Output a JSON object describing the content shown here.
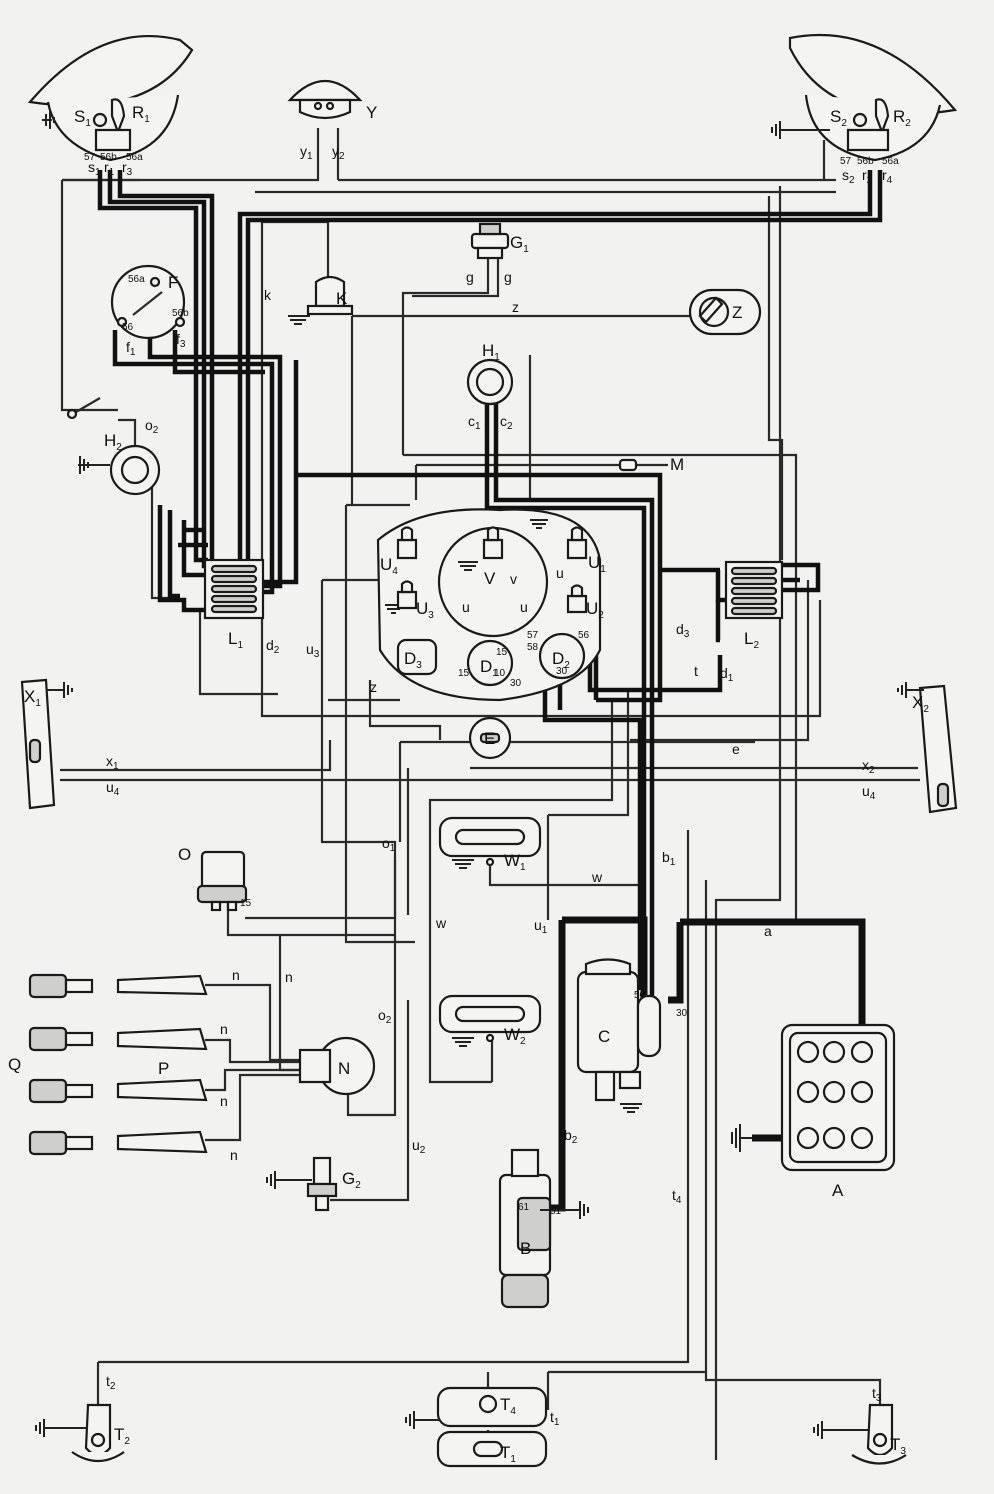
{
  "components": [
    {
      "id": "S1",
      "text": "S",
      "sub": "1"
    },
    {
      "id": "R1",
      "text": "R",
      "sub": "1"
    },
    {
      "id": "S2",
      "text": "S",
      "sub": "2"
    },
    {
      "id": "R2",
      "text": "R",
      "sub": "2"
    },
    {
      "id": "Y",
      "text": "Y",
      "sub": ""
    },
    {
      "id": "G1",
      "text": "G",
      "sub": "1"
    },
    {
      "id": "K",
      "text": "K",
      "sub": ""
    },
    {
      "id": "F",
      "text": "F",
      "sub": ""
    },
    {
      "id": "Z",
      "text": "Z",
      "sub": ""
    },
    {
      "id": "H1",
      "text": "H",
      "sub": "1"
    },
    {
      "id": "H2",
      "text": "H",
      "sub": "2"
    },
    {
      "id": "M",
      "text": "M",
      "sub": ""
    },
    {
      "id": "L1",
      "text": "L",
      "sub": "1"
    },
    {
      "id": "L2",
      "text": "L",
      "sub": "2"
    },
    {
      "id": "U1",
      "text": "U",
      "sub": "1"
    },
    {
      "id": "U2",
      "text": "U",
      "sub": "2"
    },
    {
      "id": "U3",
      "text": "U",
      "sub": "3"
    },
    {
      "id": "U4",
      "text": "U",
      "sub": "4"
    },
    {
      "id": "V",
      "text": "V",
      "sub": ""
    },
    {
      "id": "D1",
      "text": "D",
      "sub": "1"
    },
    {
      "id": "D2",
      "text": "D",
      "sub": "2"
    },
    {
      "id": "D3",
      "text": "D",
      "sub": "3"
    },
    {
      "id": "X1",
      "text": "X",
      "sub": "1"
    },
    {
      "id": "X2",
      "text": "X",
      "sub": "2"
    },
    {
      "id": "E",
      "text": "E",
      "sub": ""
    },
    {
      "id": "O",
      "text": "O",
      "sub": ""
    },
    {
      "id": "W1",
      "text": "W",
      "sub": "1"
    },
    {
      "id": "W2",
      "text": "W",
      "sub": "2"
    },
    {
      "id": "C",
      "text": "C",
      "sub": ""
    },
    {
      "id": "N",
      "text": "N",
      "sub": ""
    },
    {
      "id": "P",
      "text": "P",
      "sub": ""
    },
    {
      "id": "Q",
      "text": "Q",
      "sub": ""
    },
    {
      "id": "G2",
      "text": "G",
      "sub": "2"
    },
    {
      "id": "B",
      "text": "B",
      "sub": ""
    },
    {
      "id": "A",
      "text": "A",
      "sub": ""
    },
    {
      "id": "T1",
      "text": "T",
      "sub": "1"
    },
    {
      "id": "T2",
      "text": "T",
      "sub": "2"
    },
    {
      "id": "T3",
      "text": "T",
      "sub": "3"
    },
    {
      "id": "T4",
      "text": "T",
      "sub": "4"
    }
  ],
  "wires": [
    {
      "id": "s1",
      "text": "s",
      "sub": "1"
    },
    {
      "id": "r1",
      "text": "r",
      "sub": "1"
    },
    {
      "id": "r3",
      "text": "r",
      "sub": "3"
    },
    {
      "id": "s2",
      "text": "s",
      "sub": "2"
    },
    {
      "id": "r2",
      "text": "r",
      "sub": "2"
    },
    {
      "id": "r4",
      "text": "r",
      "sub": "4"
    },
    {
      "id": "y1",
      "text": "y",
      "sub": "1"
    },
    {
      "id": "y2",
      "text": "y",
      "sub": "2"
    },
    {
      "id": "g_left",
      "text": "g",
      "sub": ""
    },
    {
      "id": "g_right",
      "text": "g",
      "sub": ""
    },
    {
      "id": "k",
      "text": "k",
      "sub": ""
    },
    {
      "id": "z_top",
      "text": "z",
      "sub": ""
    },
    {
      "id": "f1",
      "text": "f",
      "sub": "1"
    },
    {
      "id": "f3",
      "text": "f",
      "sub": "3"
    },
    {
      "id": "o2_top",
      "text": "o",
      "sub": "2"
    },
    {
      "id": "c1",
      "text": "c",
      "sub": "1"
    },
    {
      "id": "c2",
      "text": "c",
      "sub": "2"
    },
    {
      "id": "v1",
      "text": "v",
      "sub": ""
    },
    {
      "id": "u_a",
      "text": "u",
      "sub": ""
    },
    {
      "id": "u_b",
      "text": "u",
      "sub": ""
    },
    {
      "id": "u_c",
      "text": "u",
      "sub": ""
    },
    {
      "id": "d2",
      "text": "d",
      "sub": "2"
    },
    {
      "id": "u3",
      "text": "u",
      "sub": "3"
    },
    {
      "id": "d3",
      "text": "d",
      "sub": "3"
    },
    {
      "id": "d1",
      "text": "d",
      "sub": "1"
    },
    {
      "id": "t_mid",
      "text": "t",
      "sub": ""
    },
    {
      "id": "z_mid",
      "text": "z",
      "sub": ""
    },
    {
      "id": "e",
      "text": "e",
      "sub": ""
    },
    {
      "id": "x1",
      "text": "x",
      "sub": "1"
    },
    {
      "id": "u4_left",
      "text": "u",
      "sub": "4"
    },
    {
      "id": "x2",
      "text": "x",
      "sub": "2"
    },
    {
      "id": "u4_right",
      "text": "u",
      "sub": "4"
    },
    {
      "id": "o1",
      "text": "o",
      "sub": "1"
    },
    {
      "id": "b1",
      "text": "b",
      "sub": "1"
    },
    {
      "id": "w_upper",
      "text": "w",
      "sub": ""
    },
    {
      "id": "w_lower",
      "text": "w",
      "sub": ""
    },
    {
      "id": "u1",
      "text": "u",
      "sub": "1"
    },
    {
      "id": "a",
      "text": "a",
      "sub": ""
    },
    {
      "id": "o2_bottom",
      "text": "o",
      "sub": "2"
    },
    {
      "id": "n1",
      "text": "n",
      "sub": ""
    },
    {
      "id": "n2",
      "text": "n",
      "sub": ""
    },
    {
      "id": "n3",
      "text": "n",
      "sub": ""
    },
    {
      "id": "n4",
      "text": "n",
      "sub": ""
    },
    {
      "id": "n5",
      "text": "n",
      "sub": ""
    },
    {
      "id": "u2",
      "text": "u",
      "sub": "2"
    },
    {
      "id": "b2",
      "text": "b",
      "sub": "2"
    },
    {
      "id": "t4",
      "text": "t",
      "sub": "4"
    },
    {
      "id": "t2",
      "text": "t",
      "sub": "2"
    },
    {
      "id": "t1",
      "text": "t",
      "sub": "1"
    },
    {
      "id": "t3",
      "text": "t",
      "sub": "3"
    }
  ],
  "terminals": [
    {
      "id": "hl_57",
      "text": "57"
    },
    {
      "id": "hl_56b",
      "text": "56b"
    },
    {
      "id": "hl_56a",
      "text": "56a"
    },
    {
      "id": "hr_57",
      "text": "57"
    },
    {
      "id": "hr_56b",
      "text": "56b"
    },
    {
      "id": "hr_56a",
      "text": "56a"
    },
    {
      "id": "f_56a",
      "text": "56a"
    },
    {
      "id": "f_56",
      "text": "56"
    },
    {
      "id": "f_56b",
      "text": "56b"
    },
    {
      "id": "d1_15",
      "text": "15"
    },
    {
      "id": "d1_15b",
      "text": "15"
    },
    {
      "id": "d1_10",
      "text": "10"
    },
    {
      "id": "d1_30",
      "text": "30"
    },
    {
      "id": "d2_57",
      "text": "57"
    },
    {
      "id": "d2_58",
      "text": "58"
    },
    {
      "id": "d2_56",
      "text": "56"
    },
    {
      "id": "d2_30",
      "text": "30"
    },
    {
      "id": "o_15",
      "text": "15"
    },
    {
      "id": "c_50",
      "text": "50"
    },
    {
      "id": "c_30",
      "text": "30"
    },
    {
      "id": "b_61",
      "text": "61"
    },
    {
      "id": "b_51",
      "text": "51"
    }
  ]
}
